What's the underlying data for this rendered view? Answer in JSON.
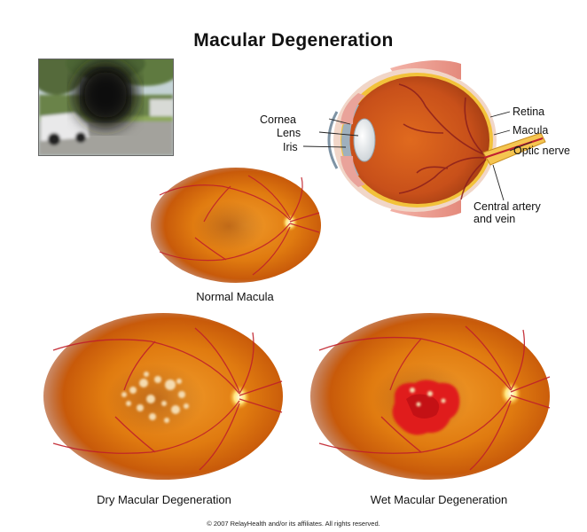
{
  "title": "Macular Degeneration",
  "eye_labels": {
    "cornea": "Cornea",
    "lens": "Lens",
    "iris": "Iris",
    "retina": "Retina",
    "macula": "Macula",
    "optic_nerve": "Optic nerve",
    "central_artery_line1": "Central artery",
    "central_artery_line2": "and vein"
  },
  "captions": {
    "normal": "Normal Macula",
    "dry": "Dry Macular Degeneration",
    "wet": "Wet Macular Degeneration"
  },
  "footer": "© 2007 RelayHealth and/or its affiliates.  All rights reserved.",
  "colors": {
    "fundus": "#e07b10",
    "fundus_edge": "#b84a08",
    "vessel": "#c0202a",
    "optic_disc": "#ffe37a",
    "drusen": "#f5dcb0",
    "hemorrhage": "#e01a1a"
  }
}
